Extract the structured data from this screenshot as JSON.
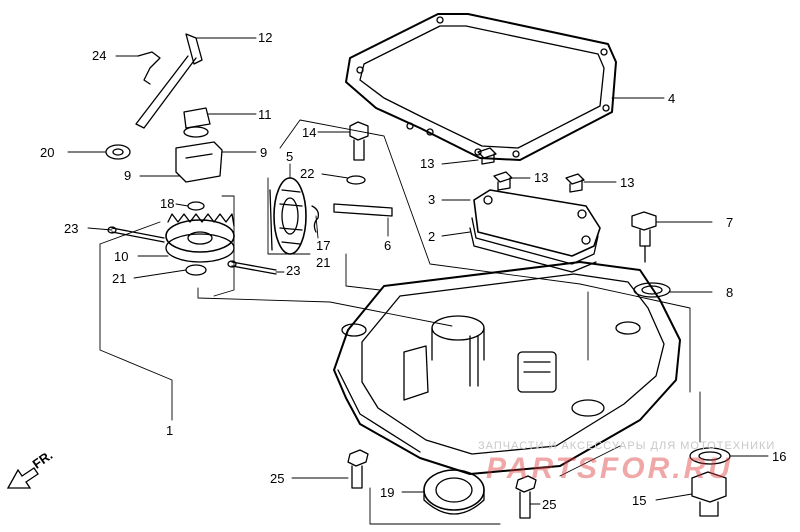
{
  "callouts": {
    "c1": "1",
    "c2": "2",
    "c3": "3",
    "c4": "4",
    "c5": "5",
    "c6": "6",
    "c7": "7",
    "c8": "8",
    "c9a": "9",
    "c9b": "9",
    "c10": "10",
    "c11": "11",
    "c12": "12",
    "c13a": "13",
    "c13b": "13",
    "c13c": "13",
    "c14": "14",
    "c15": "15",
    "c16": "16",
    "c17": "17",
    "c18": "18",
    "c19": "19",
    "c20": "20",
    "c21a": "21",
    "c21b": "21",
    "c22": "22",
    "c23a": "23",
    "c23b": "23",
    "c24": "24",
    "c25a": "25",
    "c25b": "25"
  },
  "direction_label": "FR.",
  "watermark": {
    "line1": "ЗАПЧАСТИ И АКСЕССУАРЫ ДЛЯ МОТОТЕХНИКИ",
    "line2": "PARTSFOR.RU"
  },
  "colors": {
    "line": "#000000",
    "watermark_text": "#c8c8c8",
    "watermark_brand": "#de3c3c"
  }
}
